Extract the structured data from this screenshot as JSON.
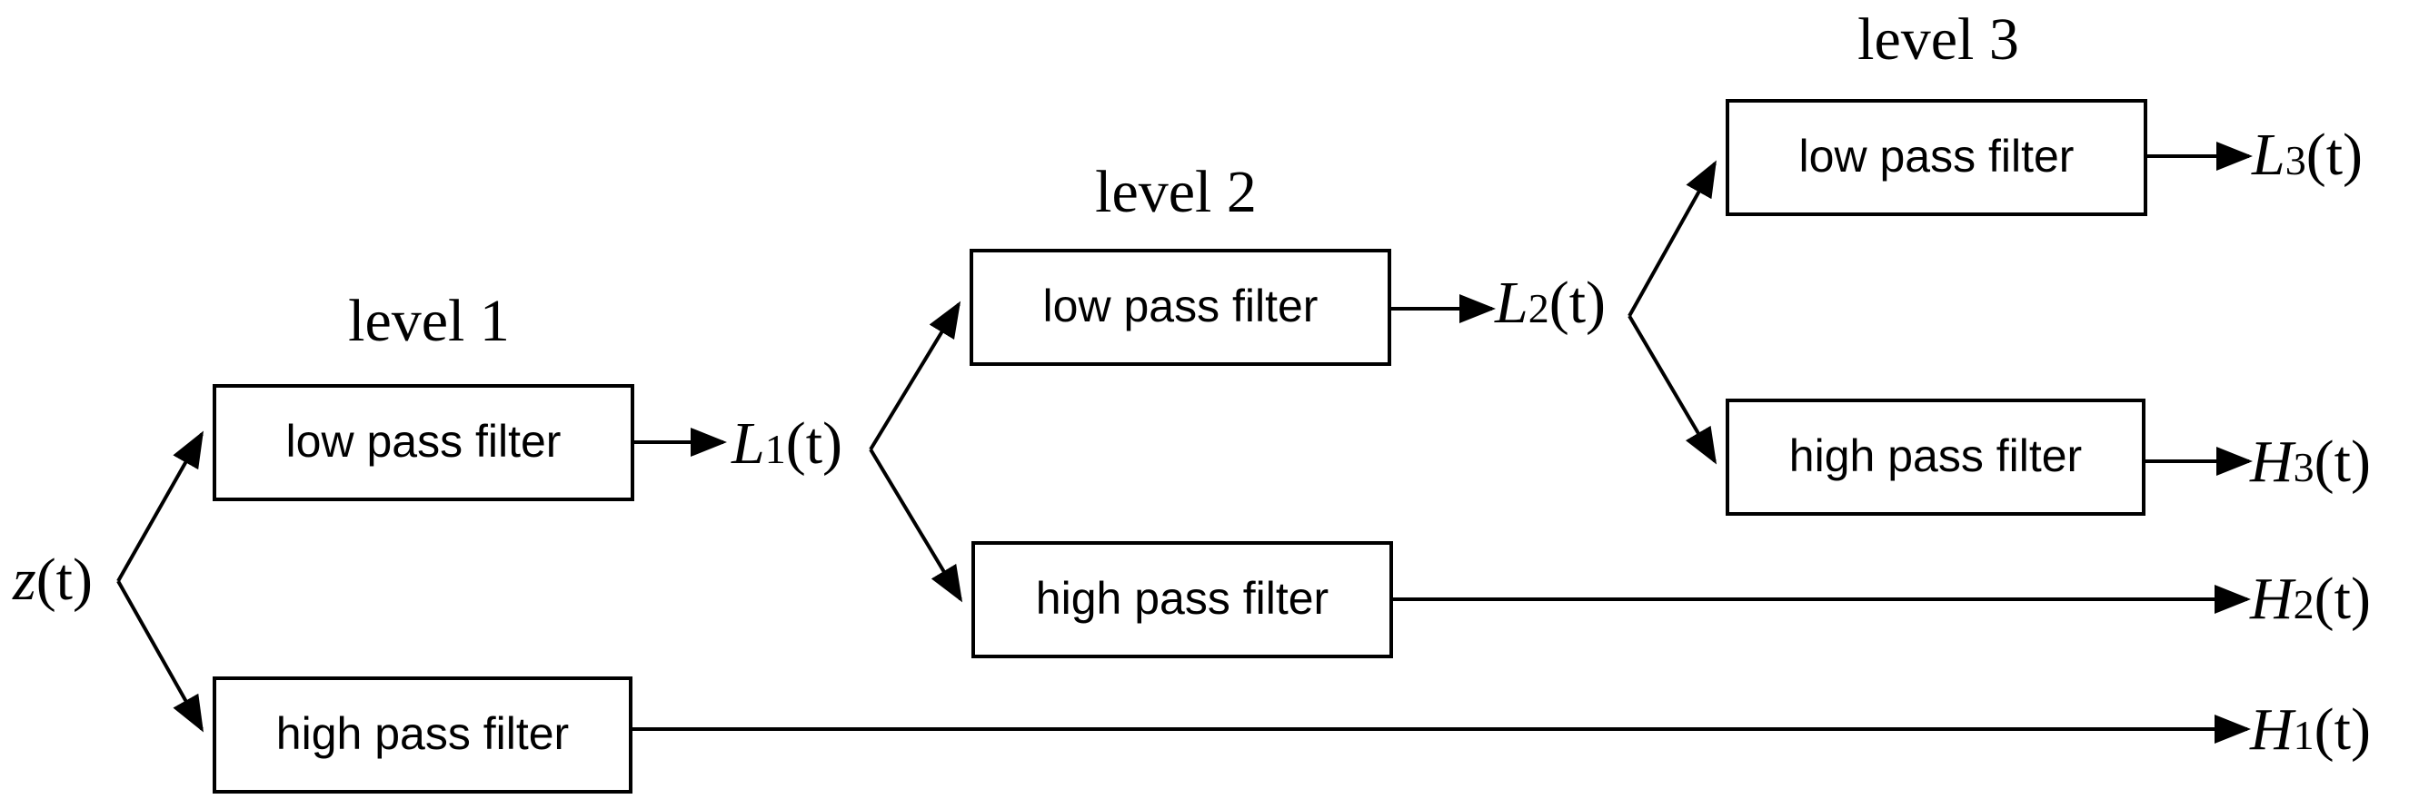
{
  "levels": {
    "level1": "level 1",
    "level2": "level 2",
    "level3": "level 3"
  },
  "boxes": {
    "low1": "low pass filter",
    "high1": "high pass filter",
    "low2": "low pass filter",
    "high2": "high pass filter",
    "low3": "low pass filter",
    "high3": "high pass filter"
  },
  "signals": {
    "input": {
      "name": "z",
      "sub": "",
      "arg": "(t)"
    },
    "L1": {
      "name": "L",
      "sub": "1",
      "arg": "(t)"
    },
    "L2": {
      "name": "L",
      "sub": "2",
      "arg": "(t)"
    },
    "L3": {
      "name": "L",
      "sub": "3",
      "arg": "(t)"
    },
    "H1": {
      "name": "H",
      "sub": "1",
      "arg": "(t)"
    },
    "H2": {
      "name": "H",
      "sub": "2",
      "arg": "(t)"
    },
    "H3": {
      "name": "H",
      "sub": "3",
      "arg": "(t)"
    }
  }
}
